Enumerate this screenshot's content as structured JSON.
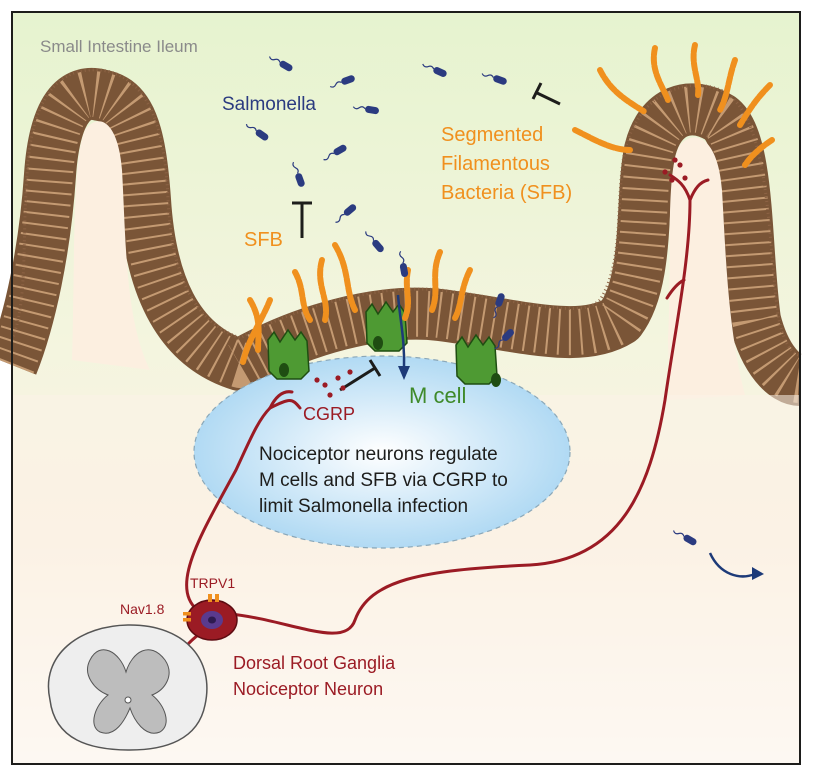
{
  "labels": {
    "region": "Small Intestine Ileum",
    "salmonella": "Salmonella",
    "sfb_long": [
      "Segmented",
      "Filamentous",
      "Bacteria (SFB)"
    ],
    "sfb_short": "SFB",
    "cgrp": "CGRP",
    "m_cell": "M cell",
    "summary": [
      "Nociceptor neurons regulate",
      "M cells and SFB via CGRP to",
      "limit Salmonella infection"
    ],
    "trpv1": "TRPV1",
    "nav18": "Nav1.8",
    "drg": [
      "Dorsal Root Ganglia",
      "Nociceptor Neuron"
    ]
  },
  "colors": {
    "neuron": "#9b1b24",
    "salmonella": "#2b3b80",
    "sfb": "#f0901e",
    "m_cell": "#3f8a2a",
    "epithelium": "#b88a63",
    "lumen_top": "#e2f1c8",
    "tissue": "#fcefe0",
    "dome": "#bfe0f5",
    "text_dark": "#1d1d1b",
    "region_text": "#8a8a8a"
  }
}
